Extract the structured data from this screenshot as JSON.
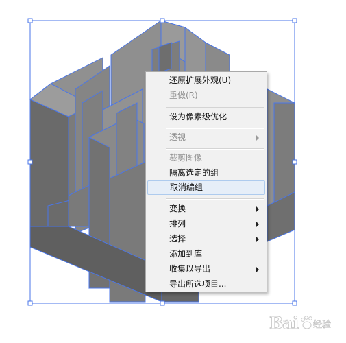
{
  "colors": {
    "selection_blue": "#4a76e8",
    "shape_gray": "#8c8c8c",
    "shape_dark": "#6a6a6a",
    "menu_bg": "#f1f1f1",
    "menu_highlight": "#e6eef8",
    "disabled_text": "#8e8e8e"
  },
  "context_menu": {
    "items": [
      {
        "label": "还原扩展外观(U)",
        "disabled": false,
        "submenu": false
      },
      {
        "label": "重做(R)",
        "disabled": true,
        "submenu": false
      },
      {
        "separator": true
      },
      {
        "label": "设为像素级优化",
        "disabled": false,
        "submenu": false
      },
      {
        "separator": true
      },
      {
        "label": "透视",
        "disabled": true,
        "submenu": true
      },
      {
        "separator": true
      },
      {
        "label": "裁剪图像",
        "disabled": true,
        "submenu": false
      },
      {
        "label": "隔离选定的组",
        "disabled": false,
        "submenu": false
      },
      {
        "label": "取消编组",
        "disabled": false,
        "submenu": false,
        "highlighted": true
      },
      {
        "separator": true
      },
      {
        "label": "变换",
        "disabled": false,
        "submenu": true
      },
      {
        "label": "排列",
        "disabled": false,
        "submenu": true
      },
      {
        "label": "选择",
        "disabled": false,
        "submenu": true
      },
      {
        "label": "添加到库",
        "disabled": false,
        "submenu": false
      },
      {
        "label": "收集以导出",
        "disabled": false,
        "submenu": true
      },
      {
        "label": "导出所选项目...",
        "disabled": false,
        "submenu": false
      }
    ]
  },
  "watermark": {
    "text": "Bai",
    "suffix": "经验",
    "icon": "paw-icon"
  }
}
